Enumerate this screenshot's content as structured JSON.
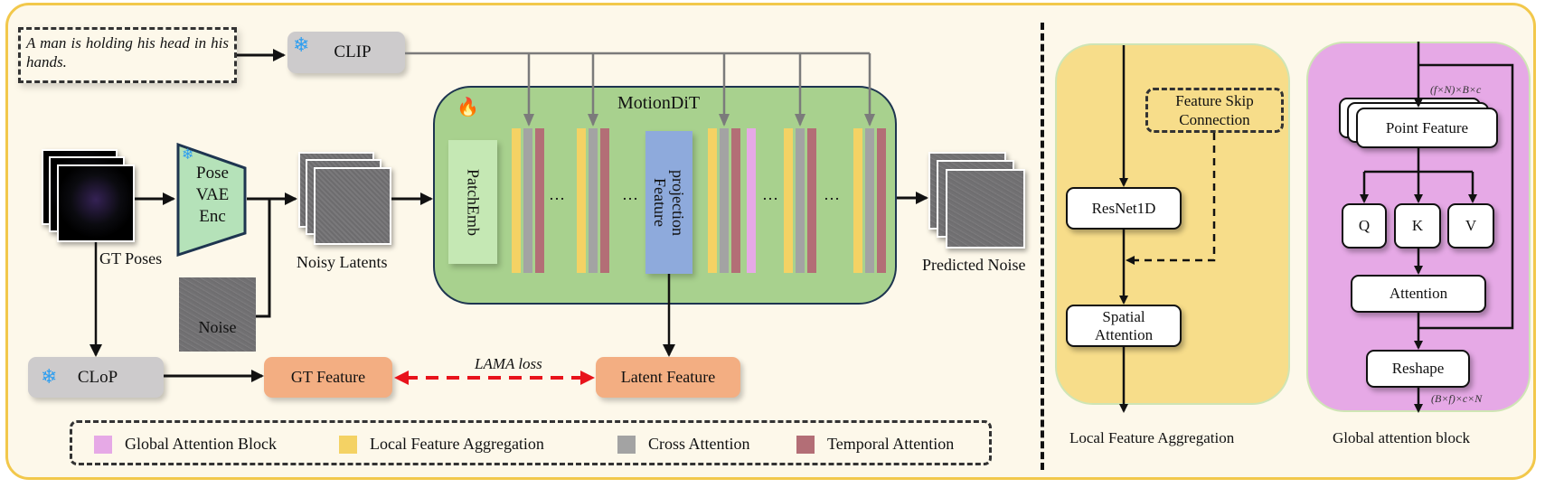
{
  "prompt_text": "A man is holding his head in his hands.",
  "encoders": {
    "clip": {
      "label": "CLIP",
      "icon": "snowflake-icon"
    },
    "clop": {
      "label": "CLoP",
      "icon": "snowflake-icon"
    },
    "pose_vae": {
      "line1": "Pose",
      "line2": "VAE",
      "line3": "Enc",
      "icon": "snowflake-icon"
    }
  },
  "inputs": {
    "gt_poses": "GT Poses",
    "noisy_latents": "Noisy Latents",
    "noise": "Noise",
    "predicted_noise": "Predicted Noise"
  },
  "motiondit": {
    "title": "MotionDiT",
    "icon": "fire-icon",
    "patch_emb": "PatchEmb",
    "feature_projection_line1": "Feature",
    "feature_projection_line2": "projection",
    "ellipsis": "…"
  },
  "features": {
    "gt_feature": "GT Feature",
    "latent_feature": "Latent Feature",
    "loss_label": "LAMA loss"
  },
  "legend": [
    {
      "label": "Global Attention Block",
      "color": "#e6a9e6"
    },
    {
      "label": "Local Feature Aggregation",
      "color": "#f4d264"
    },
    {
      "label": "Cross Attention",
      "color": "#a3a3a3"
    },
    {
      "label": "Temporal Attention",
      "color": "#b36e76"
    }
  ],
  "local_feature_aggregation": {
    "caption": "Local Feature Aggregation",
    "skip_line1": "Feature Skip",
    "skip_line2": "Connection",
    "resnet": "ResNet1D",
    "spatial_line1": "Spatial",
    "spatial_line2": "Attention"
  },
  "global_attention_block": {
    "caption": "Global attention block",
    "input_shape": "(f×N)×B×c",
    "output_shape": "(B×f)×c×N",
    "point_feature": "Point Feature",
    "q": "Q",
    "k": "K",
    "v": "V",
    "attention": "Attention",
    "reshape": "Reshape"
  },
  "colors": {
    "frame_border": "#f2c84b",
    "background": "#fdf8ea",
    "motiondit_fill": "#a8d18e",
    "feature_projection": "#8eaadc",
    "orange_box": "#f3ae82",
    "loss_arrow": "#e8131b",
    "lfa_panel": "#f7dd8a",
    "gab_panel": "#e6a9e6"
  }
}
